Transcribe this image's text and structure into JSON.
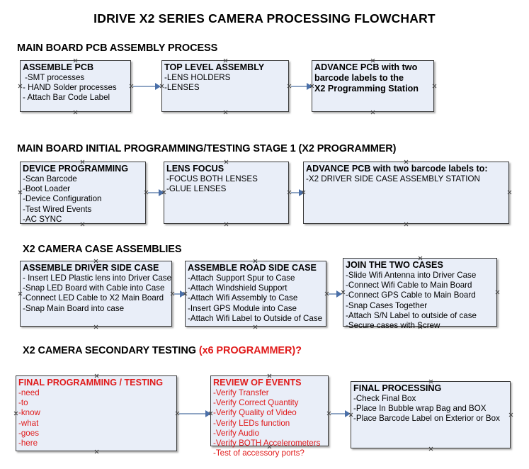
{
  "document": {
    "title": "IDRIVE X2  SERIES CAMERA PROCESSING FLOWCHART"
  },
  "colors": {
    "box_fill": "#e9eef8",
    "box_border": "#3a3a3a",
    "accent_red": "#e01b1b",
    "connector": "#8fa5c4",
    "arrowhead": "#4a6fa8",
    "text": "#000000"
  },
  "sections": [
    {
      "id": "main-board-pcb-assembly",
      "heading": "MAIN BOARD PCB ASSEMBLY PROCESS",
      "heading_accent": "",
      "boxes": [
        {
          "id": "assemble-pcb",
          "title": "ASSEMBLE PCB",
          "title_color": "black",
          "lines": [
            "-SMT processes",
            "- HAND Solder processes",
            "- Attach Bar Code Label"
          ]
        },
        {
          "id": "top-level-assembly",
          "title": "TOP LEVEL ASSEMBLY",
          "title_color": "black",
          "lines": [
            "-LENS HOLDERS",
            "-LENSES"
          ]
        },
        {
          "id": "advance-pcb-x2-programming-station",
          "title": "ADVANCE PCB with two",
          "title_color": "black",
          "lines": [
            "barcode labels to the",
            " X2 Programming Station"
          ],
          "lines_bold": true
        }
      ]
    },
    {
      "id": "main-board-initial-programming",
      "heading": "MAIN BOARD INITIAL PROGRAMMING/TESTING STAGE 1 (X2 PROGRAMMER)",
      "heading_accent": "",
      "boxes": [
        {
          "id": "device-programming",
          "title": "DEVICE PROGRAMMING",
          "title_color": "black",
          "lines": [
            "-Scan Barcode",
            "-Boot Loader",
            "-Device Configuration",
            "-Test Wired Events",
            "-AC SYNC"
          ]
        },
        {
          "id": "lens-focus",
          "title": "LENS FOCUS",
          "title_color": "black",
          "lines": [
            "-FOCUS BOTH LENSES",
            "-GLUE LENSES"
          ]
        },
        {
          "id": "advance-pcb-driver-side-case",
          "title": "ADVANCE PCB with two barcode labels to:",
          "title_color": "black",
          "lines": [
            "-X2 DRIVER  SIDE  CASE  ASSEMBLY STATION"
          ]
        }
      ]
    },
    {
      "id": "x2-camera-case-assemblies",
      "heading": "X2 CAMERA CASE ASSEMBLIES",
      "heading_accent": "",
      "boxes": [
        {
          "id": "assemble-driver-side-case",
          "title": "ASSEMBLE DRIVER SIDE CASE",
          "title_color": "black",
          "lines": [
            "- Insert LED Plastic lens into Driver Case",
            "-Snap LED Board with Cable into Case",
            "-Connect LED Cable to X2 Main Board",
            "-Snap Main Board into case"
          ]
        },
        {
          "id": "assemble-road-side-case",
          "title": "ASSEMBLE ROAD SIDE CASE",
          "title_color": "black",
          "lines": [
            "-Attach Support Spur to Case",
            "-Attach Windshield Support",
            "-Attach Wifi Assembly to Case",
            "-Insert GPS Module into Case",
            "-Attach Wifi Label to Outside of Case"
          ]
        },
        {
          "id": "join-the-two-cases",
          "title": "JOIN THE TWO CASES",
          "title_color": "black",
          "lines": [
            "-Slide Wifi Antenna into Driver Case",
            "-Connect Wifi Cable to Main Board",
            "-Connect GPS Cable to Main Board",
            "-Snap Cases Together",
            "-Attach S/N Label to outside of case",
            "-Secure cases with Screw"
          ]
        }
      ]
    },
    {
      "id": "x2-camera-secondary-testing",
      "heading": "X2 CAMERA SECONDARY TESTING ",
      "heading_accent": "(x6 PROGRAMMER)?",
      "boxes": [
        {
          "id": "final-programming-testing",
          "title": "FINAL PROGRAMMING / TESTING",
          "title_color": "red",
          "lines": [
            "-need",
            "-to",
            "-know",
            "-what",
            "-goes",
            "-here"
          ]
        },
        {
          "id": "review-of-events",
          "title": "REVIEW OF EVENTS",
          "title_color": "red",
          "lines": [
            "-Verify Transfer",
            "-Verify Correct Quantity",
            "-Verify Quality of Video",
            "-Verify LEDs function",
            "-Verify Audio",
            "-Verify BOTH Accelerometers",
            "-Test of accessory ports?"
          ]
        },
        {
          "id": "final-processing",
          "title": "FINAL PROCESSING",
          "title_color": "black",
          "lines": [
            " -Check Final Box",
            "-Place In Bubble wrap Bag and BOX",
            "-Place Barcode Label on Exterior or Box"
          ]
        }
      ]
    }
  ]
}
